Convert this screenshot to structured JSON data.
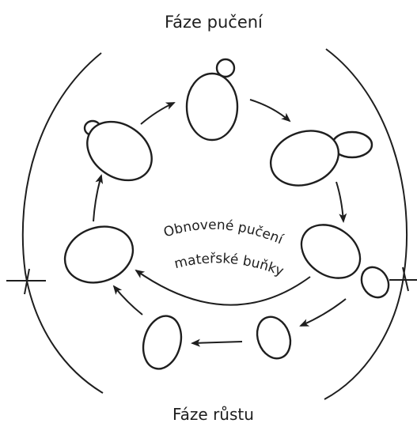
{
  "labels": {
    "top_phase": "Fáze pučení",
    "bottom_phase": "Fáze růstu",
    "inner_line1": "Obnovené pučení",
    "inner_line2": "mateřské buňky"
  },
  "colors": {
    "ink": "#1e1e1e",
    "background": "#ffffff"
  }
}
